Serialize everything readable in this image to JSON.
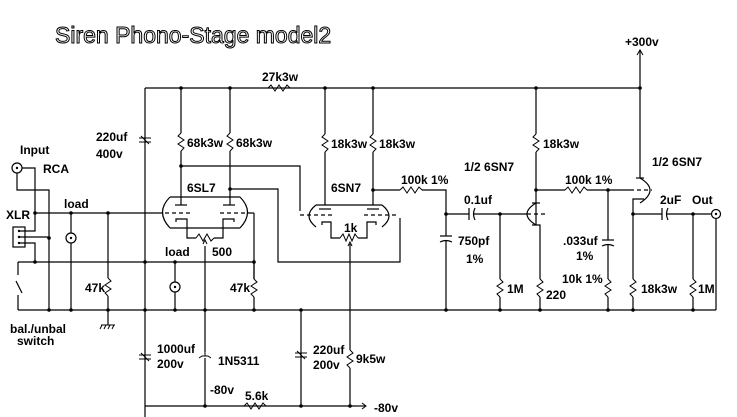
{
  "title": "Siren Phono-Stage model2",
  "supply": {
    "plus": "+300v",
    "minus_left": "-80v",
    "minus_right": "-80v"
  },
  "input": {
    "label": "Input",
    "rca": "RCA",
    "xlr": "XLR",
    "load_top": "load",
    "load_mid": "load",
    "switch_line1": "bal./unbal",
    "switch_line2": "switch"
  },
  "components": {
    "r_27k": "27k3w",
    "c_220_400_a": "220uf",
    "c_220_400_b": "400v",
    "r_68k_a": "68k3w",
    "r_68k_b": "68k3w",
    "tube_6sl7": "6SL7",
    "pot_500": "500",
    "r_47k_a": "47k",
    "r_47k_b": "47k",
    "r_18k_a": "18k3w",
    "r_18k_b": "18k3w",
    "tube_6sn7": "6SN7",
    "pot_1k": "1k",
    "r_100k_a": "100k 1%",
    "c_750_a": "750pf",
    "c_750_b": "1%",
    "half_6sn7_a": "1/2 6SN7",
    "c_01": "0.1uf",
    "r_1m_a": "1M",
    "r_18k_c": "18k3w",
    "r_100k_b": "100k 1%",
    "r_220": "220",
    "c_033_a": ".033uf",
    "c_033_b": "1%",
    "r_10k": "10k 1%",
    "half_6sn7_b": "1/2 6SN7",
    "c_2uf": "2uF",
    "out": "Out",
    "r_18k_d": "18k3w",
    "r_1m_b": "1M",
    "c_1000_a": "1000uf",
    "c_1000_b": "200v",
    "zener": "1N5311",
    "c_220_200_a": "220uf",
    "c_220_200_b": "200v",
    "r_9k5": "9k5w",
    "r_5k6": "5.6k"
  }
}
